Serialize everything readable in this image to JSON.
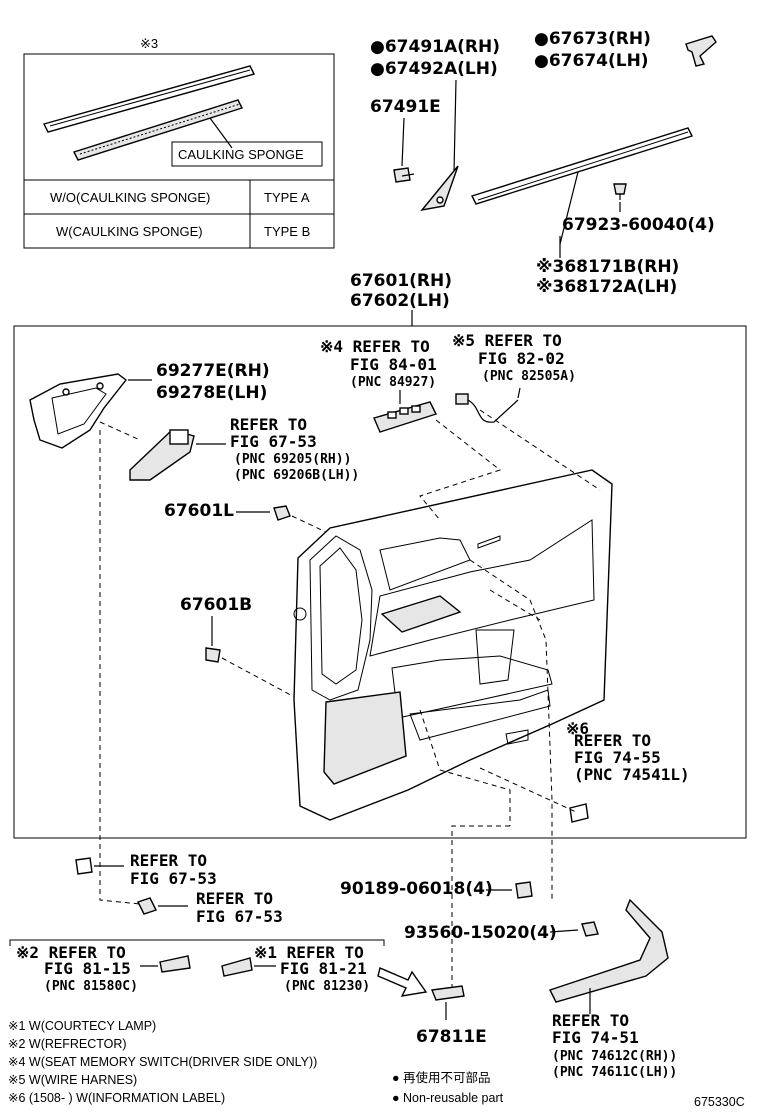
{
  "inset_box": {
    "title": "※3",
    "callout": "CAULKING SPONGE",
    "rows": [
      {
        "condition": "W/O(CAULKING SPONGE)",
        "type": "TYPE A"
      },
      {
        "condition": "W(CAULKING SPONGE)",
        "type": "TYPE B"
      }
    ]
  },
  "parts": {
    "p67491a": "●67491A(RH)",
    "p67492a": "●67492A(LH)",
    "p67491e": "67491E",
    "p67673": "●67673(RH)",
    "p67674": "●67674(LH)",
    "p67923": "67923-60040(4)",
    "p68171b": "※368171B(RH)",
    "p68172a": "※368172A(LH)",
    "p67601": "67601(RH)",
    "p67602": "67602(LH)",
    "p69277e": "69277E(RH)",
    "p69278e": "69278E(LH)",
    "p67601l": "67601L",
    "p67601b": "67601B",
    "p90189": "90189-06018(4)",
    "p93560": "93560-15020(4)",
    "p67811e": "67811E"
  },
  "refs": {
    "r84_l1": "※4 REFER TO",
    "r84_l2": "FIG 84-01",
    "r84_pnc": "(PNC 84927)",
    "r82_l1": "※5 REFER TO",
    "r82_l2": "FIG 82-02",
    "r82_pnc": "(PNC 82505A)",
    "r6753a_l1": "REFER TO",
    "r6753a_l2": "FIG 67-53",
    "r6753a_pnc1": "(PNC 69205(RH))",
    "r6753a_pnc2": "(PNC 69206B(LH))",
    "r7455_l0": "※6",
    "r7455_l1": "REFER TO",
    "r7455_l2": "FIG 74-55",
    "r7455_pnc": "(PNC 74541L)",
    "r6753b_l1": "REFER TO",
    "r6753b_l2": "FIG 67-53",
    "r6753c_l1": "REFER TO",
    "r6753c_l2": "FIG 67-53",
    "r8115_l1": "※2 REFER TO",
    "r8115_l2": "FIG 81-15",
    "r8115_pnc": "(PNC 81580C)",
    "r8121_l1": "※1 REFER TO",
    "r8121_l2": "FIG 81-21",
    "r8121_pnc": "(PNC 81230)",
    "r7451_l1": "REFER TO",
    "r7451_l2": "FIG 74-51",
    "r7451_pnc1": "(PNC 74612C(RH))",
    "r7451_pnc2": "(PNC 74611C(LH))"
  },
  "notes": [
    "※1 W(COURTECY LAMP)",
    "※2 W(REFRECTOR)",
    "※4 W(SEAT MEMORY SWITCH(DRIVER SIDE ONLY))",
    "※5 W(WIRE HARNES)",
    "※6 (1508-      ) W(INFORMATION LABEL)"
  ],
  "legend": {
    "jp": "● 再使用不可部品",
    "en": "● Non-reusable part"
  },
  "diagram_id": "675330C"
}
